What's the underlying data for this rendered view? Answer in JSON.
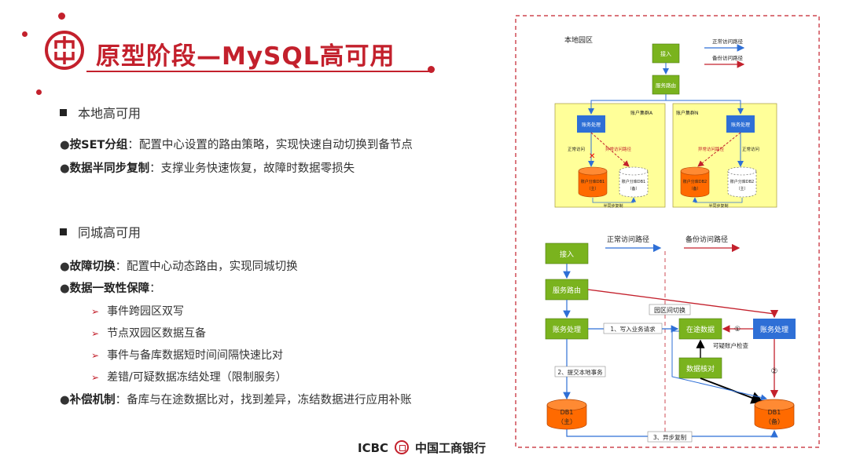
{
  "title": "原型阶段—MySQL高可用",
  "colors": {
    "brand": "#c3202c",
    "green": "#7ab31e",
    "blue": "#2e6fd6",
    "orange": "#ff6a00",
    "yellow": "#ffff99"
  },
  "sections": [
    {
      "heading": "本地高可用",
      "bullets": [
        {
          "bold": "按SET分组",
          "text": "：配置中心设置的路由策略，实现快速自动切换到备节点"
        },
        {
          "bold": "数据半同步复制",
          "text": "：支撑业务快速恢复，故障时数据零损失"
        }
      ]
    },
    {
      "heading": "同城高可用",
      "bullets": [
        {
          "bold": "故障切换",
          "text": "：配置中心动态路由，实现同城切换"
        },
        {
          "bold": "数据一致性保障",
          "text": "："
        },
        {
          "bold": "补偿机制",
          "text": "：备库与在途数据比对，找到差异，冻结数据进行应用补账"
        }
      ],
      "subitems": [
        "事件跨园区双写",
        "节点双园区数据互备",
        "事件与备库数据短时间间隔快速比对",
        "差错/可疑数据冻结处理（限制服务）"
      ]
    }
  ],
  "footer": {
    "brand_en": "ICBC",
    "brand_cn": "中国工商银行"
  },
  "top_diagram": {
    "region": "本地园区",
    "legend_normal": "正常访问路径",
    "legend_backup": "备份访问路径",
    "access": "接入",
    "router": "服务路由",
    "clusters": [
      {
        "name": "账户集群A",
        "proc": "账务处理",
        "normal": "正常访问",
        "abnormal": "异常访问路径",
        "db_primary": "账户分库DB1\n（主）",
        "db_backup": "账户分库DB1\n（备）",
        "sync": "半同步复制"
      },
      {
        "name": "账户集群N",
        "proc": "账务处理",
        "normal": "正常访问",
        "abnormal": "异常访问路径",
        "db_primary": "账户分库DB2\n（备）",
        "db_backup": "账户分库DB2\n（主）",
        "sync": "半同步复制"
      }
    ]
  },
  "bottom_diagram": {
    "legend_normal": "正常访问路径",
    "legend_backup": "备份访问路径",
    "access": "接入",
    "router": "服务路由",
    "proc_left": "账务处理",
    "inflight": "在途数据",
    "proc_right": "账务处理",
    "verify": "数据核对",
    "db_left": "DB1\n（主）",
    "db_right": "DB1\n（备）",
    "switch_label": "园区间切换",
    "write_label": "1、写入业务请求",
    "commit_label": "2、提交本地事务",
    "async_label": "3、异步复制",
    "suspect_label": "可疑账户检查",
    "mark1": "①",
    "mark2": "②"
  }
}
